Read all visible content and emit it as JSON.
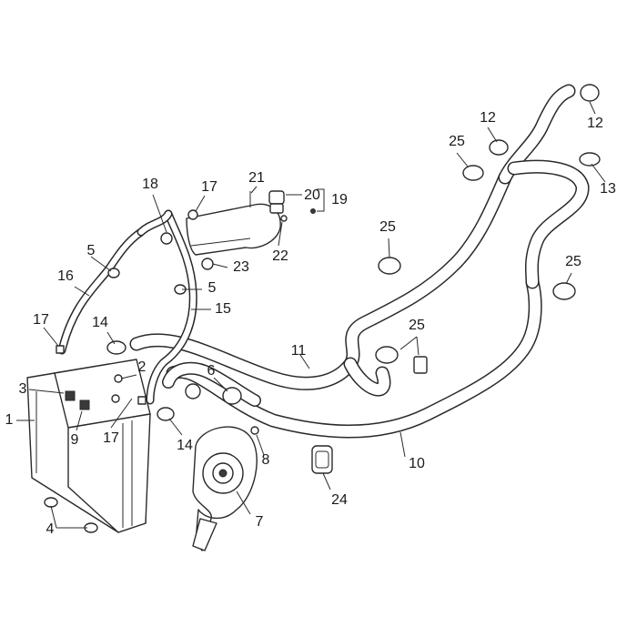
{
  "callouts": [
    {
      "id": "c1",
      "label": "1"
    },
    {
      "id": "c2",
      "label": "2"
    },
    {
      "id": "c3",
      "label": "3"
    },
    {
      "id": "c4",
      "label": "4"
    },
    {
      "id": "c5a",
      "label": "5"
    },
    {
      "id": "c5b",
      "label": "5"
    },
    {
      "id": "c6",
      "label": "6"
    },
    {
      "id": "c7",
      "label": "7"
    },
    {
      "id": "c8",
      "label": "8"
    },
    {
      "id": "c9",
      "label": "9"
    },
    {
      "id": "c10",
      "label": "10"
    },
    {
      "id": "c11",
      "label": "11"
    },
    {
      "id": "c12a",
      "label": "12"
    },
    {
      "id": "c12b",
      "label": "12"
    },
    {
      "id": "c13",
      "label": "13"
    },
    {
      "id": "c14a",
      "label": "14"
    },
    {
      "id": "c14b",
      "label": "14"
    },
    {
      "id": "c15",
      "label": "15"
    },
    {
      "id": "c16",
      "label": "16"
    },
    {
      "id": "c17a",
      "label": "17"
    },
    {
      "id": "c17b",
      "label": "17"
    },
    {
      "id": "c17c",
      "label": "17"
    },
    {
      "id": "c18",
      "label": "18"
    },
    {
      "id": "c19",
      "label": "19"
    },
    {
      "id": "c20",
      "label": "20"
    },
    {
      "id": "c21",
      "label": "21"
    },
    {
      "id": "c22",
      "label": "22"
    },
    {
      "id": "c23",
      "label": "23"
    },
    {
      "id": "c24",
      "label": "24"
    },
    {
      "id": "c25a",
      "label": "25"
    },
    {
      "id": "c25b",
      "label": "25"
    },
    {
      "id": "c25c",
      "label": "25"
    },
    {
      "id": "c25d",
      "label": "25"
    }
  ]
}
